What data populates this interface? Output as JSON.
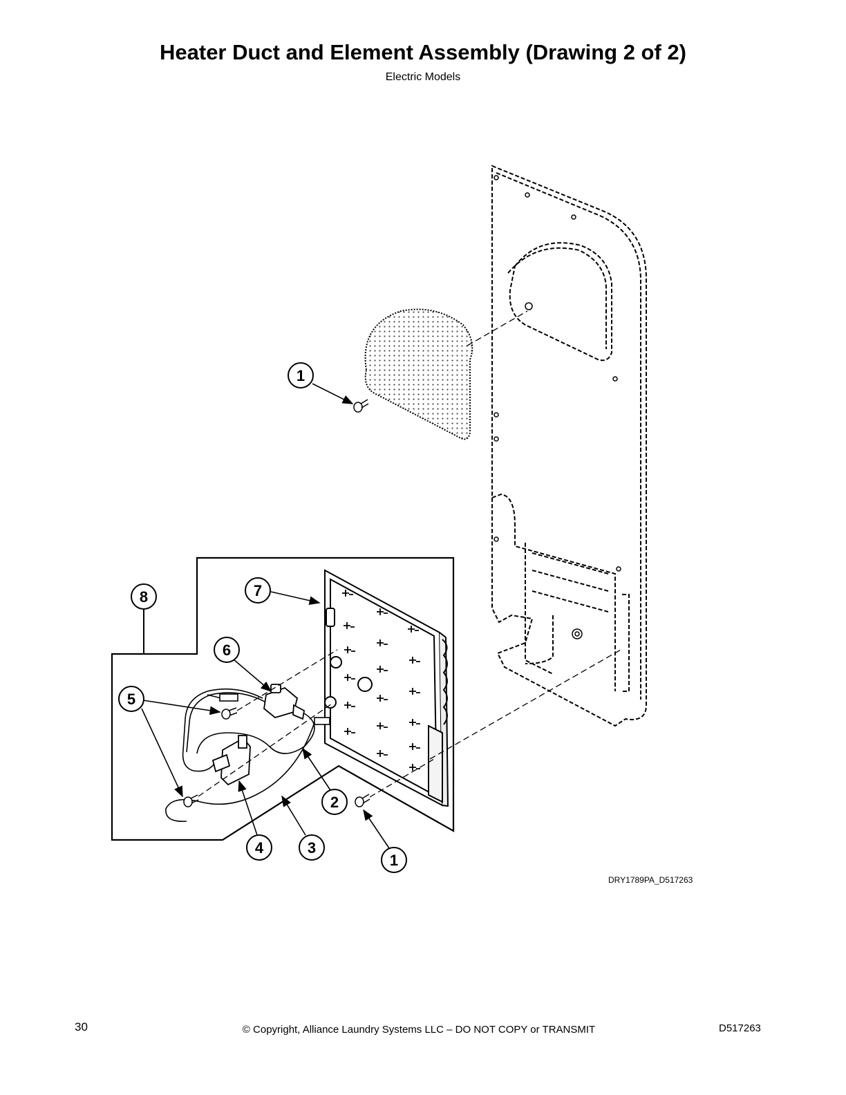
{
  "header": {
    "title": "Heater Duct and Element Assembly (Drawing 2 of 2)",
    "subtitle": "Electric Models"
  },
  "figure": {
    "figure_id": "DRY1789PA_D517263",
    "callouts": [
      "1",
      "1",
      "2",
      "3",
      "4",
      "5",
      "6",
      "7",
      "8"
    ]
  },
  "footer": {
    "page_number": "30",
    "copyright": "© Copyright, Alliance Laundry Systems LLC – DO NOT COPY or TRANSMIT",
    "document_number": "D517263"
  }
}
